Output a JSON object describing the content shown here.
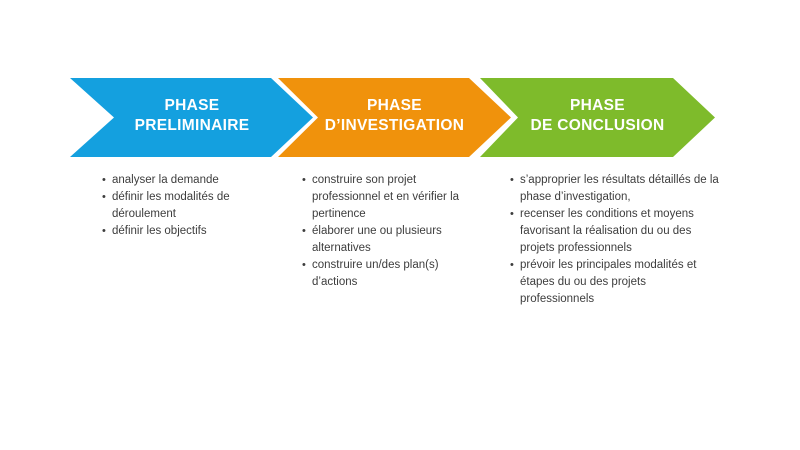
{
  "diagram": {
    "type": "process-chevron-flow",
    "background_color": "#ffffff",
    "text_color": "#3d3d3d",
    "title_text_color": "#ffffff"
  },
  "phases": [
    {
      "title_line1": "PHASE",
      "title_line2": "PRELIMINAIRE",
      "color": "#14A0DF",
      "bullets": [
        "analyser la demande",
        "définir les modalités de déroulement",
        "définir les objectifs"
      ]
    },
    {
      "title_line1": "PHASE",
      "title_line2": "D’INVESTIGATION",
      "color": "#F0920C",
      "bullets": [
        "construire son projet professionnel et en vérifier la pertinence",
        "élaborer une ou plusieurs alternatives",
        "construire un/des plan(s) d’actions"
      ]
    },
    {
      "title_line1": "PHASE",
      "title_line2": "DE CONCLUSION",
      "color": "#7EBB2B",
      "bullets": [
        "s’approprier les résultats détaillés de la phase d’investigation,",
        "recenser les conditions et moyens favorisant la réalisation du ou des projets professionnels",
        "prévoir les principales modalités et étapes du ou des projets professionnels"
      ]
    }
  ]
}
